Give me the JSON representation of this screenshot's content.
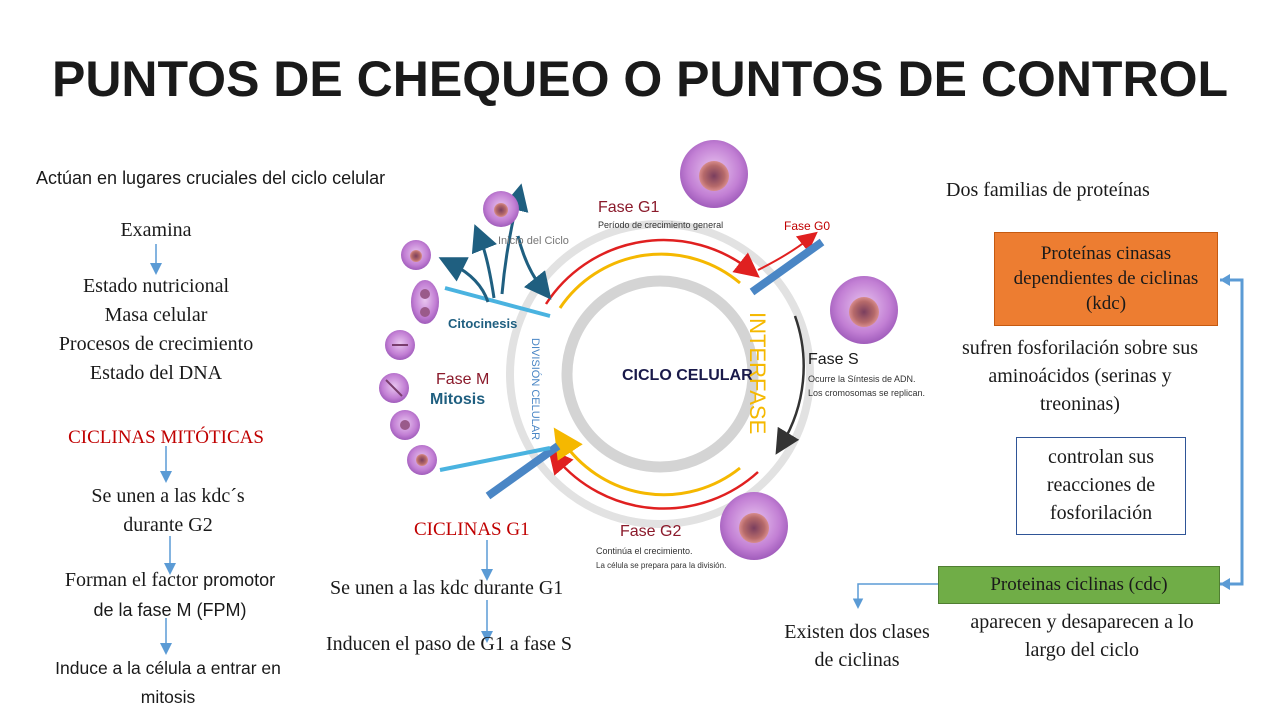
{
  "title": "PUNTOS DE CHEQUEO O PUNTOS DE CONTROL",
  "left": {
    "intro": "Actúan en lugares cruciales del ciclo celular",
    "examina": "Examina",
    "items": [
      "Estado nutricional",
      "Masa celular",
      "Procesos de crecimiento",
      "Estado del DNA"
    ],
    "ciclinas_mitoticas": "CICLINAS MITÓTICAS",
    "se_unen_1": "Se unen a las kdc´s",
    "se_unen_2": "durante G2",
    "forman_1a": "Forman el factor ",
    "forman_1b": "promotor",
    "forman_2": "de la fase M (FPM)",
    "induce_1": "Induce a la célula a entrar en",
    "induce_2": "mitosis"
  },
  "center": {
    "ciclinas_g1": "CICLINAS G1",
    "se_unen_g1": "Se unen a las kdc durante G1",
    "inducen": "Inducen el paso de G1 a fase S"
  },
  "diagram": {
    "ciclo": "CICLO CELULAR",
    "fase_g1": "Fase G1",
    "fase_g1_sub": "Período de crecimiento general",
    "fase_g0": "Fase G0",
    "inicio": "Inicio del Ciclo",
    "citocinesis": "Citocinesis",
    "fase_m": "Fase M",
    "mitosis": "Mitosis",
    "division": "DIVISIÓN CELULAR",
    "interfase": "INTERFASE",
    "fase_s": "Fase S",
    "fase_s_sub1": "Ocurre la Síntesis de ADN.",
    "fase_s_sub2": "Los cromosomas se replican.",
    "fase_g2": "Fase G2",
    "fase_g2_sub1": "Continúa el crecimiento.",
    "fase_g2_sub2": "La célula se prepara para la división.",
    "colors": {
      "red_arc": "#e02020",
      "yellow_arc": "#f5b800",
      "grey_arc": "#d4d4d4",
      "blue_bar": "#4a86c5"
    }
  },
  "right": {
    "dos_familias": "Dos familias de proteínas",
    "cinasas": "Proteínas cinasas dependientes de ciclinas (kdc)",
    "sufren": "sufren fosforilación sobre sus aminoácidos (serinas y treoninas)",
    "controlan": "controlan sus reacciones de fosforilación",
    "ciclinas_cdc": "Proteinas ciclinas (cdc)",
    "aparecen": "aparecen y desaparecen a lo largo del ciclo",
    "existen": "Existen dos clases de ciclinas"
  }
}
